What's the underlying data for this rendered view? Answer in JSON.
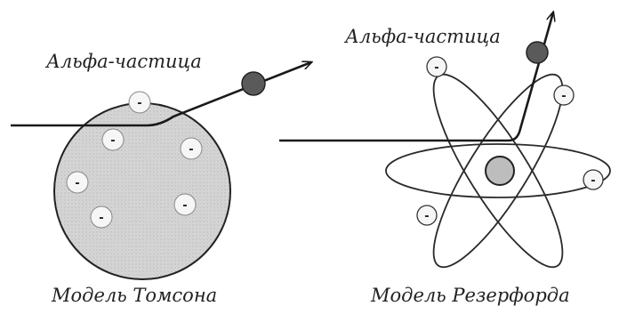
{
  "thomson": {
    "alpha_label": "Альфа-частица",
    "caption": "Модель Томсона",
    "electron_sign": "-"
  },
  "rutherford": {
    "alpha_label": "Альфа-частица",
    "caption": "Модель Резерфорда",
    "electron_sign": "-"
  },
  "colors": {
    "line": "#1a1a1a",
    "sphere_fill": "#d2d2d2",
    "particle": "#555555",
    "nucleus": "#b8b8b8",
    "electron_fill": "#f5f5f5"
  }
}
